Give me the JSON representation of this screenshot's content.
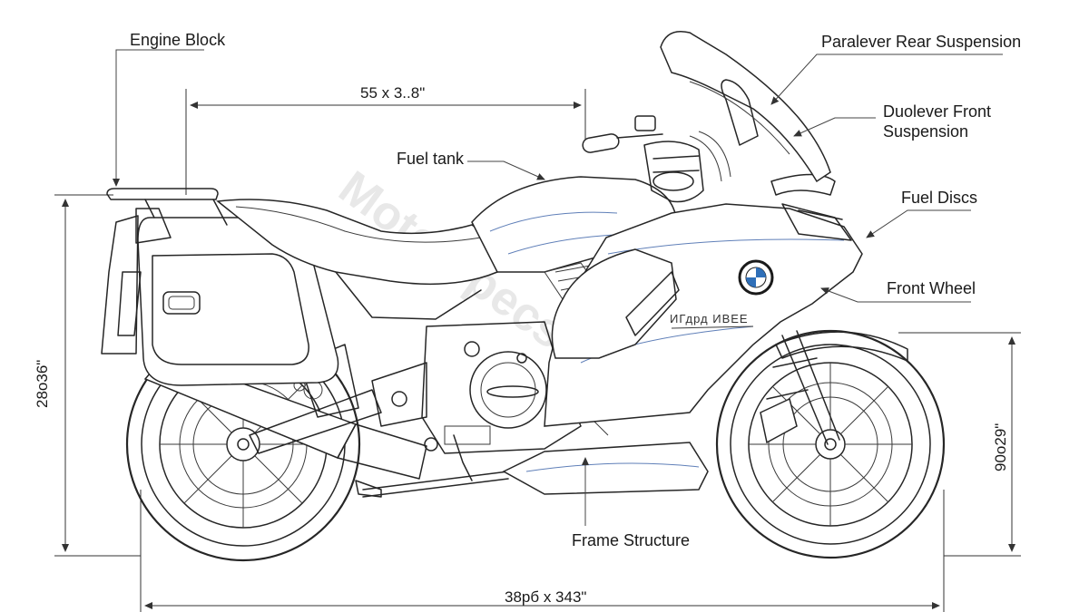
{
  "labels": {
    "engine_block": "Engine Block",
    "rear_suspension": "Paralever Rear Suspension",
    "front_suspension_line1": "Duolever Front",
    "front_suspension_line2": "Suspension",
    "fuel_tank": "Fuel tank",
    "fuel_discs": "Fuel Discs",
    "front_wheel": "Front Wheel",
    "frame_structure": "Frame Structure"
  },
  "dimensions": {
    "top": "55 x 3..8\"",
    "left": "28о36\"",
    "right": "90о29\"",
    "bottom": "38рб x 343\""
  },
  "fairing_text": "ИГдрд ИВЕЕ",
  "watermark": "Moto Specs Lab",
  "colors": {
    "line": "#262626",
    "accent_blue": "#5f7fb8",
    "background": "#ffffff"
  }
}
